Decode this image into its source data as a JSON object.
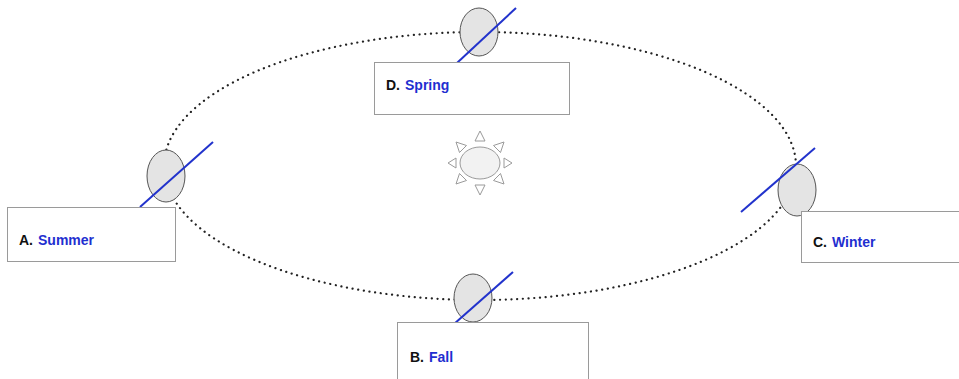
{
  "diagram": {
    "nodes": [
      {
        "text": [
          "D.",
          "Spring"
        ]
      },
      {
        "text": [
          "A.",
          "Summer"
        ]
      },
      {
        "text": [
          "C.",
          "Winter"
        ]
      },
      {
        "text": [
          "B.",
          "Fall"
        ]
      }
    ]
  }
}
